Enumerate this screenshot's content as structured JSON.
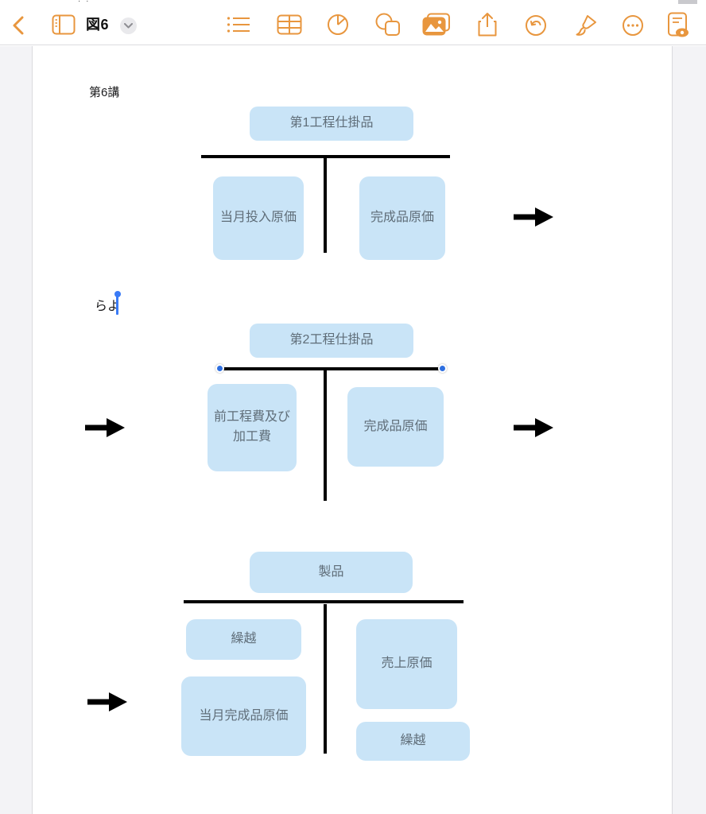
{
  "toolbar": {
    "title": "図6",
    "back_label": "back",
    "icons": [
      "back-chevron-icon",
      "sidebar-icon",
      "title-chevron-down-icon",
      "list-icon",
      "table-icon",
      "chart-pie-icon",
      "shapes-icon",
      "media-photos-icon",
      "share-icon",
      "undo-icon",
      "format-brush-icon",
      "more-ellipsis-icon",
      "document-view-options-icon"
    ],
    "accent_color": "#e8963e"
  },
  "document": {
    "heading": "第6講",
    "inline_text": "らよ",
    "accounts": [
      {
        "title": "第1工程仕掛品",
        "debit": [
          "当月投入原価"
        ],
        "credit": [
          "完成品原価"
        ],
        "arrows": [
          "right-out"
        ]
      },
      {
        "title": "第2工程仕掛品",
        "debit": [
          "前工程費及び加工費"
        ],
        "credit": [
          "完成品原価"
        ],
        "arrows": [
          "left-in",
          "right-out"
        ],
        "selected": true
      },
      {
        "title": "製品",
        "debit": [
          "繰越",
          "当月完成品原価"
        ],
        "credit": [
          "売上原価",
          "繰越"
        ],
        "arrows": [
          "left-in"
        ]
      }
    ]
  },
  "colors": {
    "accent_orange": "#e8963e",
    "box_blue": "#c9e4f7",
    "box_text_gray": "#5f6d78",
    "selection_blue": "#2e6fe0",
    "canvas_gray": "#f3f3f6"
  }
}
